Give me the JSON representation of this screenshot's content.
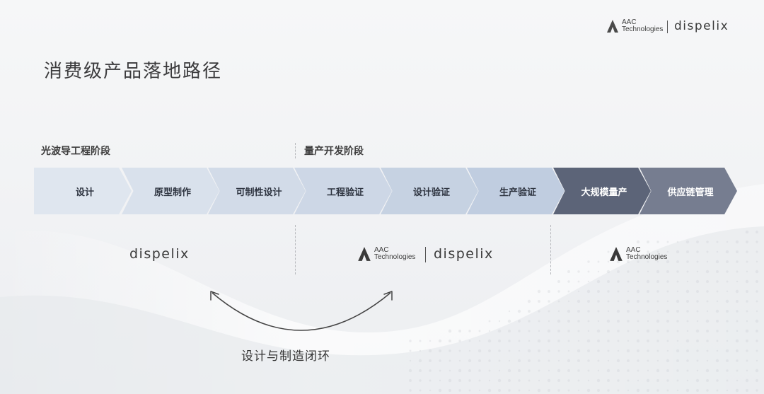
{
  "title": "消费级产品落地路径",
  "header_logos": {
    "aac_line1": "AAC",
    "aac_line2": "Technologies",
    "dispelix": "dispelix"
  },
  "phases": [
    {
      "label": "光波导工程阶段"
    },
    {
      "label": "量产开发阶段"
    }
  ],
  "steps": [
    {
      "label": "设计",
      "color": "#dfe6ef"
    },
    {
      "label": "原型制作",
      "color": "#d9e1ec"
    },
    {
      "label": "可制性设计",
      "color": "#d2dbe8"
    },
    {
      "label": "工程验证",
      "color": "#cdd7e6"
    },
    {
      "label": "设计验证",
      "color": "#c6d2e2"
    },
    {
      "label": "生产验证",
      "color": "#c0cde0"
    },
    {
      "label": "大规模量产",
      "color": "#5c6478"
    },
    {
      "label": "供应链管理",
      "color": "#767d90"
    }
  ],
  "partner_logos": {
    "left": {
      "dispelix": "dispelix"
    },
    "middle": {
      "aac_line1": "AAC",
      "aac_line2": "Technologies",
      "dispelix": "dispelix"
    },
    "right": {
      "aac_line1": "AAC",
      "aac_line2": "Technologies"
    }
  },
  "loop_caption": "设计与制造闭环"
}
